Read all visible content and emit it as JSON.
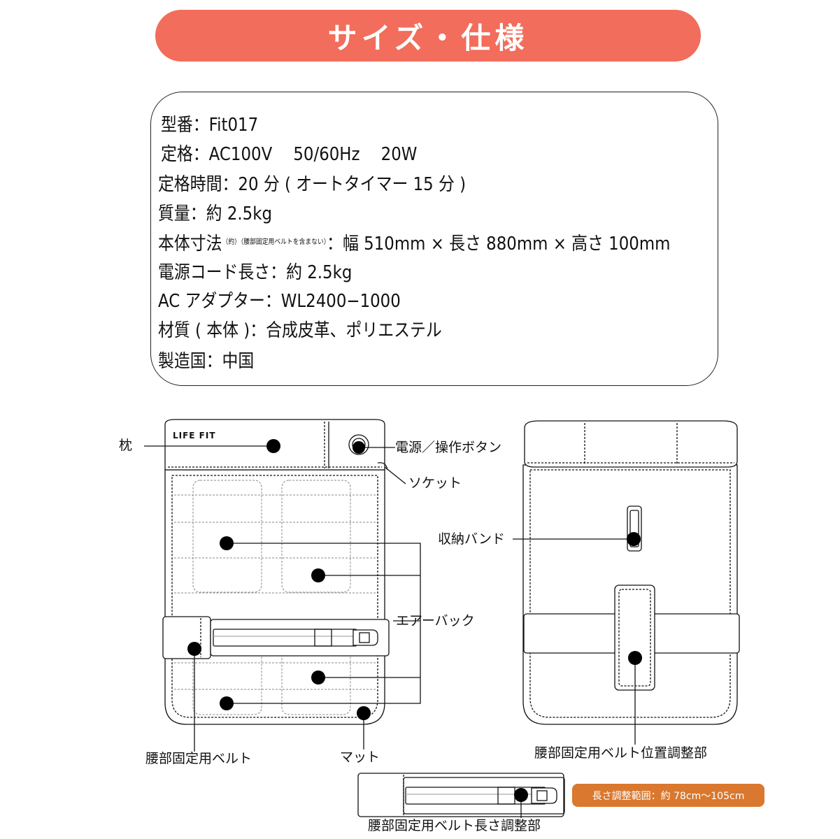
{
  "title": "サイズ・仕様",
  "specs": [
    {
      "label": " 型番",
      "value": "Fit017"
    },
    {
      "label": " 定格",
      "value": "AC100V　 50/60Hz　 20W"
    },
    {
      "label": "定格時間",
      "value": "20 分 ( オートタイマー 15 分 )"
    },
    {
      "label": "質量",
      "value": "約 2.5kg"
    },
    {
      "label": "本体寸法",
      "note": "（約）（腰部固定用ベルトを含まない）",
      "value": "幅 510mm × 長さ 880mm × 高さ 100mm"
    },
    {
      "label": "電源コード長さ",
      "value": "約 2.5kg"
    },
    {
      "label": "AC アダプター",
      "value": "WL2400−1000"
    },
    {
      "label": "材質 ( 本体 )",
      "value": "合成皮革、ポリエステル"
    },
    {
      "label": "製造国",
      "value": "中国"
    }
  ],
  "separator": "：",
  "brand_logo": "LIFE FIT",
  "callouts": {
    "pillow": "枕",
    "power_button": "電源／操作ボタン",
    "socket": "ソケット",
    "storage_band": "収納バンド",
    "air_bag": "エアーバック",
    "waist_belt": "腰部固定用ベルト",
    "mat": "マット",
    "belt_position_adjuster": "腰部固定用ベルト位置調整部",
    "belt_length_adjuster": "腰部固定用ベルト長さ調整部"
  },
  "range_note": "長さ調整範囲：約 78cm〜105cm",
  "colors": {
    "banner": "#f26d5b",
    "badge": "#d9782e",
    "line": "#111111"
  }
}
